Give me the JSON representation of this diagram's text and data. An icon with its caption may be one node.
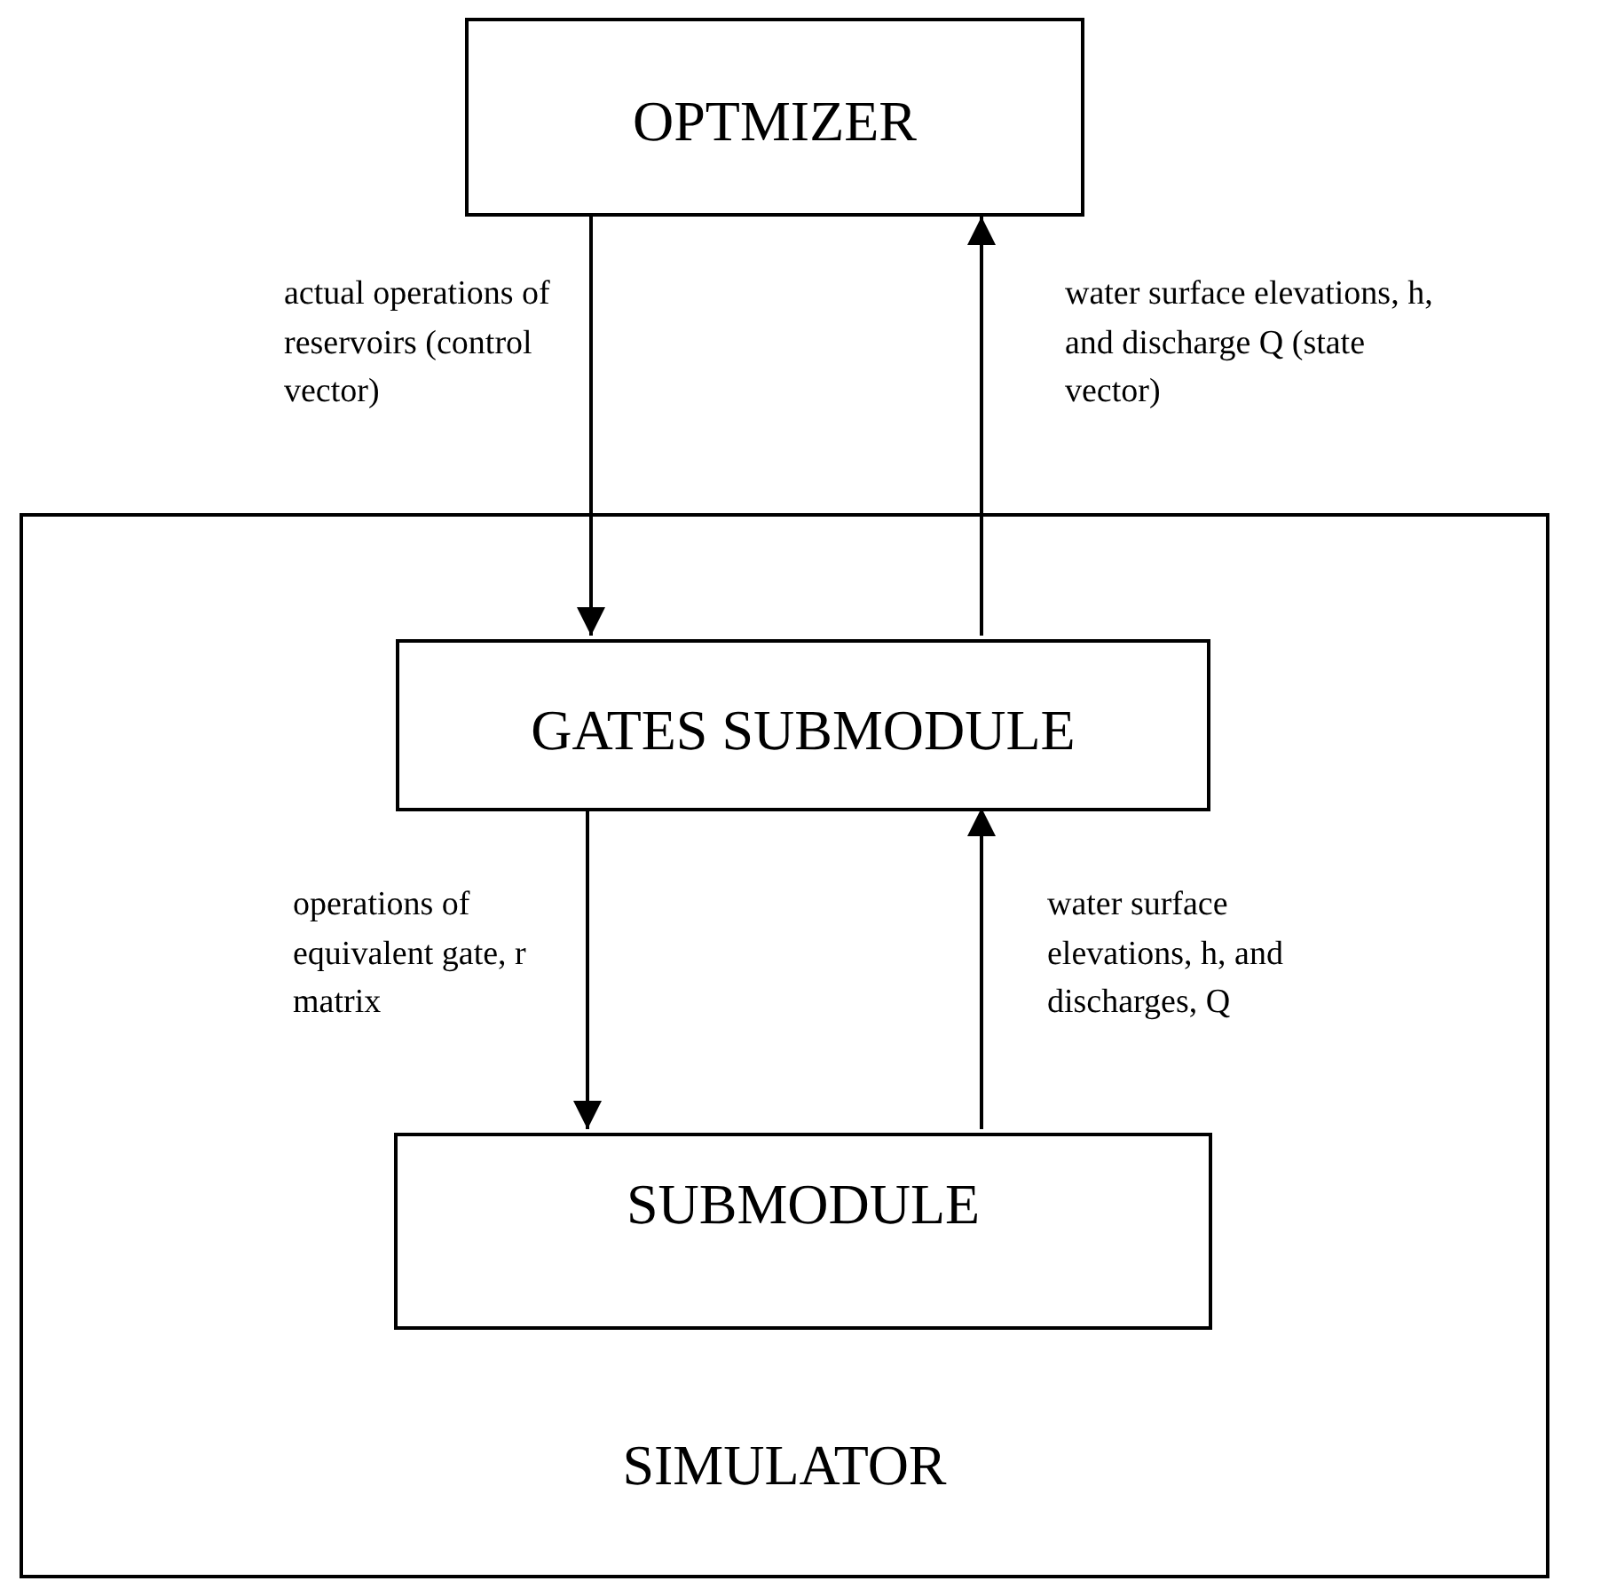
{
  "diagram": {
    "nodes": [
      {
        "text": [
          "OPTMIZER"
        ]
      },
      {
        "text": [
          "SIMULATOR"
        ]
      },
      {
        "text": [
          "GATES SUBMODULE"
        ],
        "in": 1
      },
      {
        "text": [
          "SUBMODULE"
        ],
        "in": 1
      }
    ],
    "edges": [
      {
        "from": 0,
        "to": 2,
        "arrow": "to",
        "label": "actual operations of reservoirs (control vector)"
      },
      {
        "from": 2,
        "to": 0,
        "arrow": "to",
        "label": "water surface elevations, h, and discharge Q (state vector)"
      },
      {
        "from": 2,
        "to": 3,
        "arrow": "to",
        "label": "operations of equivalent gate, r matrix"
      },
      {
        "from": 3,
        "to": 2,
        "arrow": "to",
        "label": "water surface elevations, h, and discharges, Q"
      }
    ]
  }
}
